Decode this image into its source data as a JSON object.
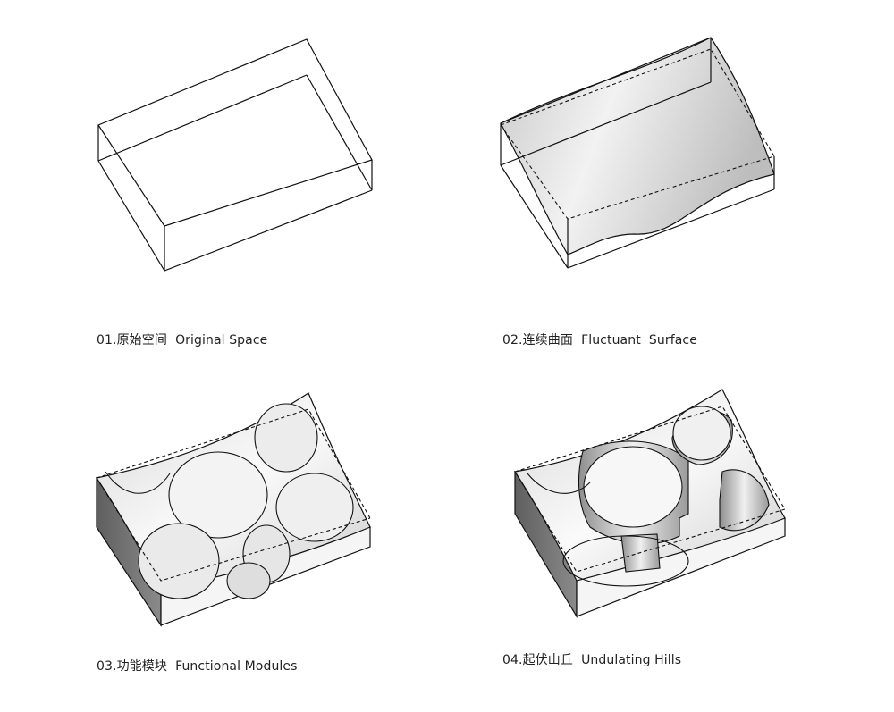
{
  "panels": [
    {
      "caption": "01.原始空间  Original Space"
    },
    {
      "caption": "02.连续曲面  Fluctuant  Surface"
    },
    {
      "caption": "03.功能模块  Functional Modules"
    },
    {
      "caption": "04.起伏山丘  Undulating Hills"
    }
  ],
  "colors": {
    "line": "#111111",
    "fill_light": "#f4f4f4",
    "fill_mid": "#cfcfcf",
    "fill_dark": "#6e6e6e"
  }
}
